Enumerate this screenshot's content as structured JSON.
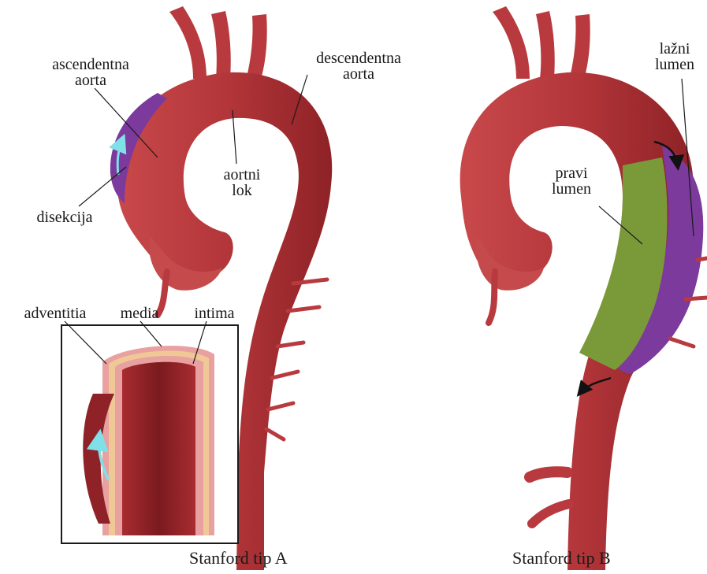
{
  "panel_a": {
    "caption": "Stanford tip A",
    "labels": {
      "ascending_l1": "ascendentna",
      "ascending_l2": "aorta",
      "descending_l1": "descendentna",
      "descending_l2": "aorta",
      "arch_l1": "aortni",
      "arch_l2": "lok",
      "dissection": "disekcija",
      "adventitia": "adventitia",
      "media": "media",
      "intima": "intima"
    }
  },
  "panel_b": {
    "caption": "Stanford tip B",
    "labels": {
      "false_l1": "lažni",
      "false_l2": "lumen",
      "true_l1": "pravi",
      "true_l2": "lumen"
    }
  },
  "colors": {
    "aorta": "#b83a3e",
    "aorta_dark": "#8e2226",
    "aorta_light": "#d46666",
    "false_lumen": "#7b3a9c",
    "true_lumen": "#7a9a3a",
    "arrow": "#7fe0e8",
    "media_layer": "#f0c896",
    "adventitia_layer": "#e8a0a0"
  }
}
